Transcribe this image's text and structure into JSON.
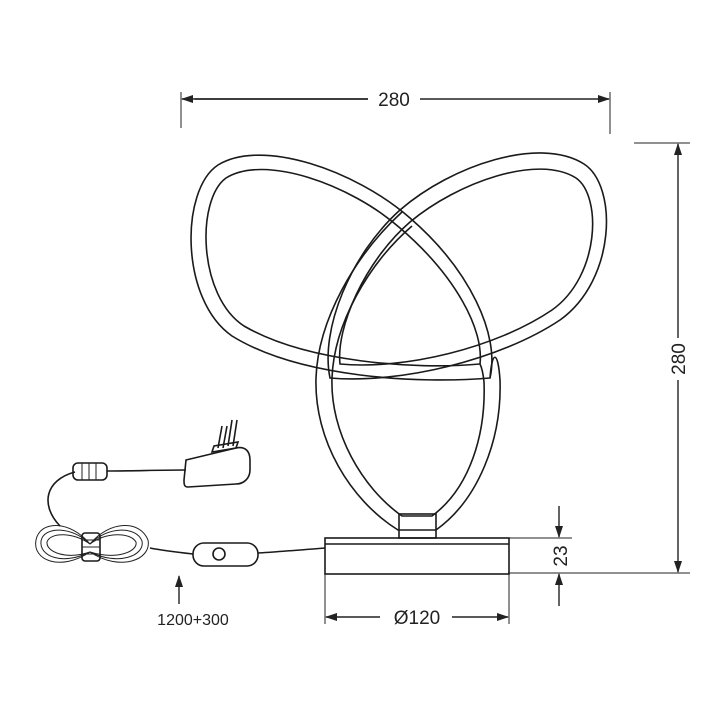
{
  "dimensions": {
    "width": "280",
    "height": "280",
    "base_height": "23",
    "base_diameter": "Ø120",
    "cable_length": "1200+300"
  }
}
